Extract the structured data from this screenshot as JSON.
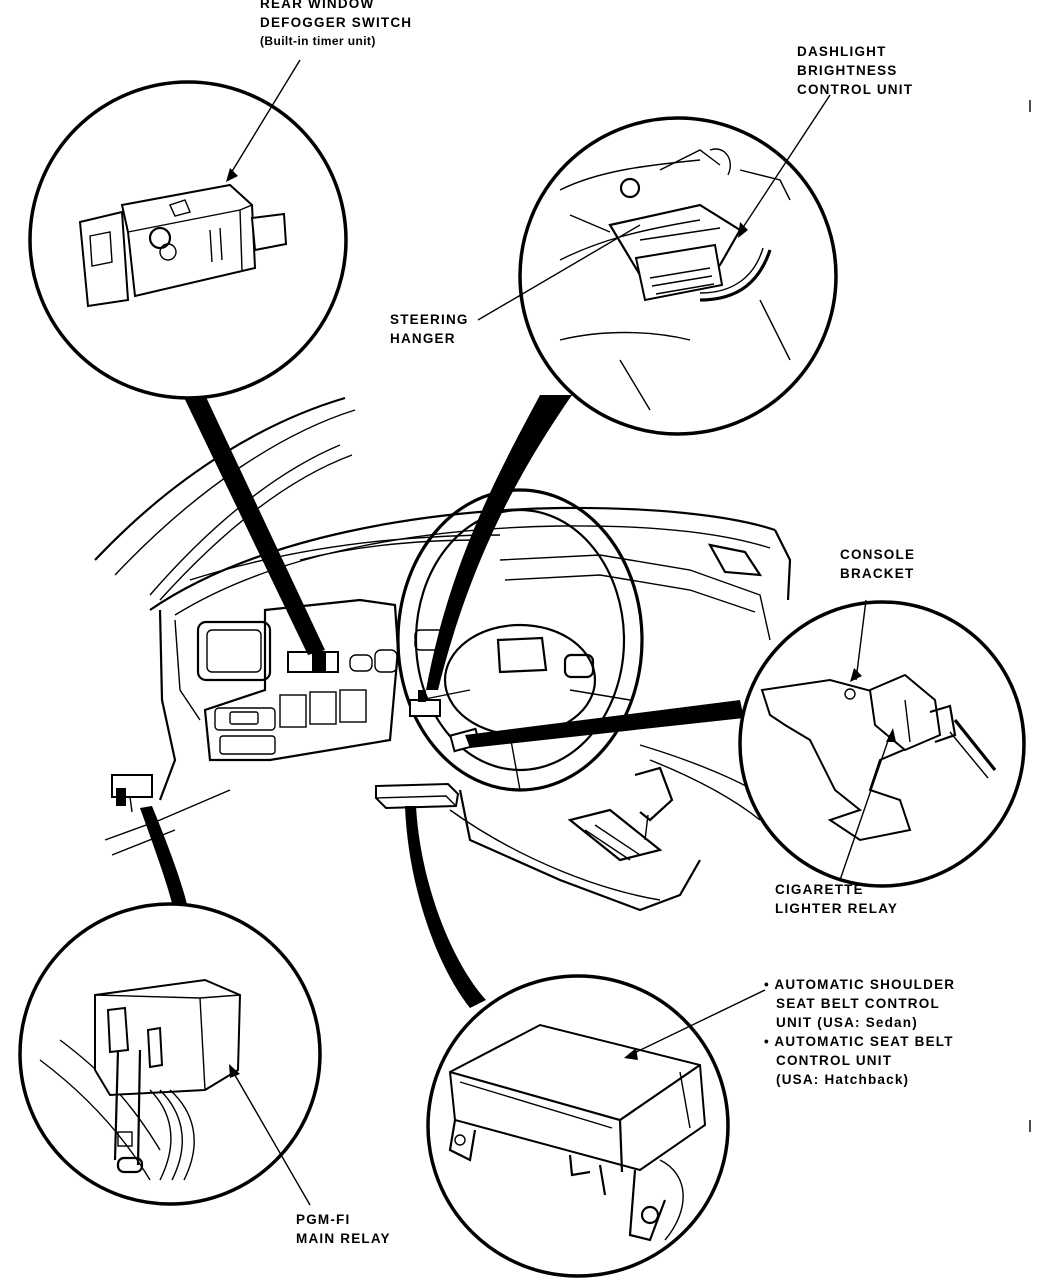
{
  "labels": {
    "rear_window_defogger_switch": [
      "REAR WINDOW",
      "DEFOGGER SWITCH",
      "(Built-in timer unit)"
    ],
    "dashlight_brightness_control_unit": [
      "DASHLIGHT",
      "BRIGHTNESS",
      "CONTROL UNIT"
    ],
    "steering_hanger": [
      "STEERING",
      "HANGER"
    ],
    "console_bracket": [
      "CONSOLE",
      "BRACKET"
    ],
    "cigarette_lighter_relay": [
      "CIGARETTE",
      "LIGHTER RELAY"
    ],
    "seat_belt_control_unit": [
      "• AUTOMATIC SHOULDER",
      "SEAT BELT CONTROL",
      "UNIT (USA: Sedan)",
      "• AUTOMATIC SEAT BELT",
      "CONTROL UNIT",
      "(USA: Hatchback)"
    ],
    "pgm_fi_main_relay": [
      "PGM-FI",
      "MAIN RELAY"
    ]
  }
}
